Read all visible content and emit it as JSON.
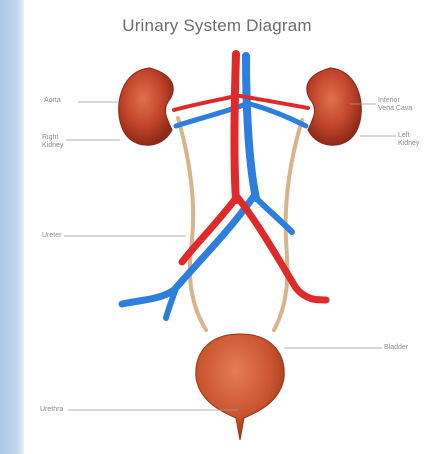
{
  "title": "Urinary System Diagram",
  "labels": {
    "aorta": "Aorta",
    "right_kidney": "Right\nKidney",
    "ureter": "Ureter",
    "urethra": "Urethra",
    "inferior_vena_cava": "Inferior\nVena Cava",
    "left_kidney": "Left\nKidney",
    "bladder": "Bladder"
  },
  "colors": {
    "kidney": "#c1442a",
    "artery": "#e02a2a",
    "vein": "#2c7fdf",
    "ureter": "#d9b48a",
    "bladder": "#c9542e",
    "leader_line": "#9a9a9a",
    "side_gradient": "#a9c7e8"
  }
}
